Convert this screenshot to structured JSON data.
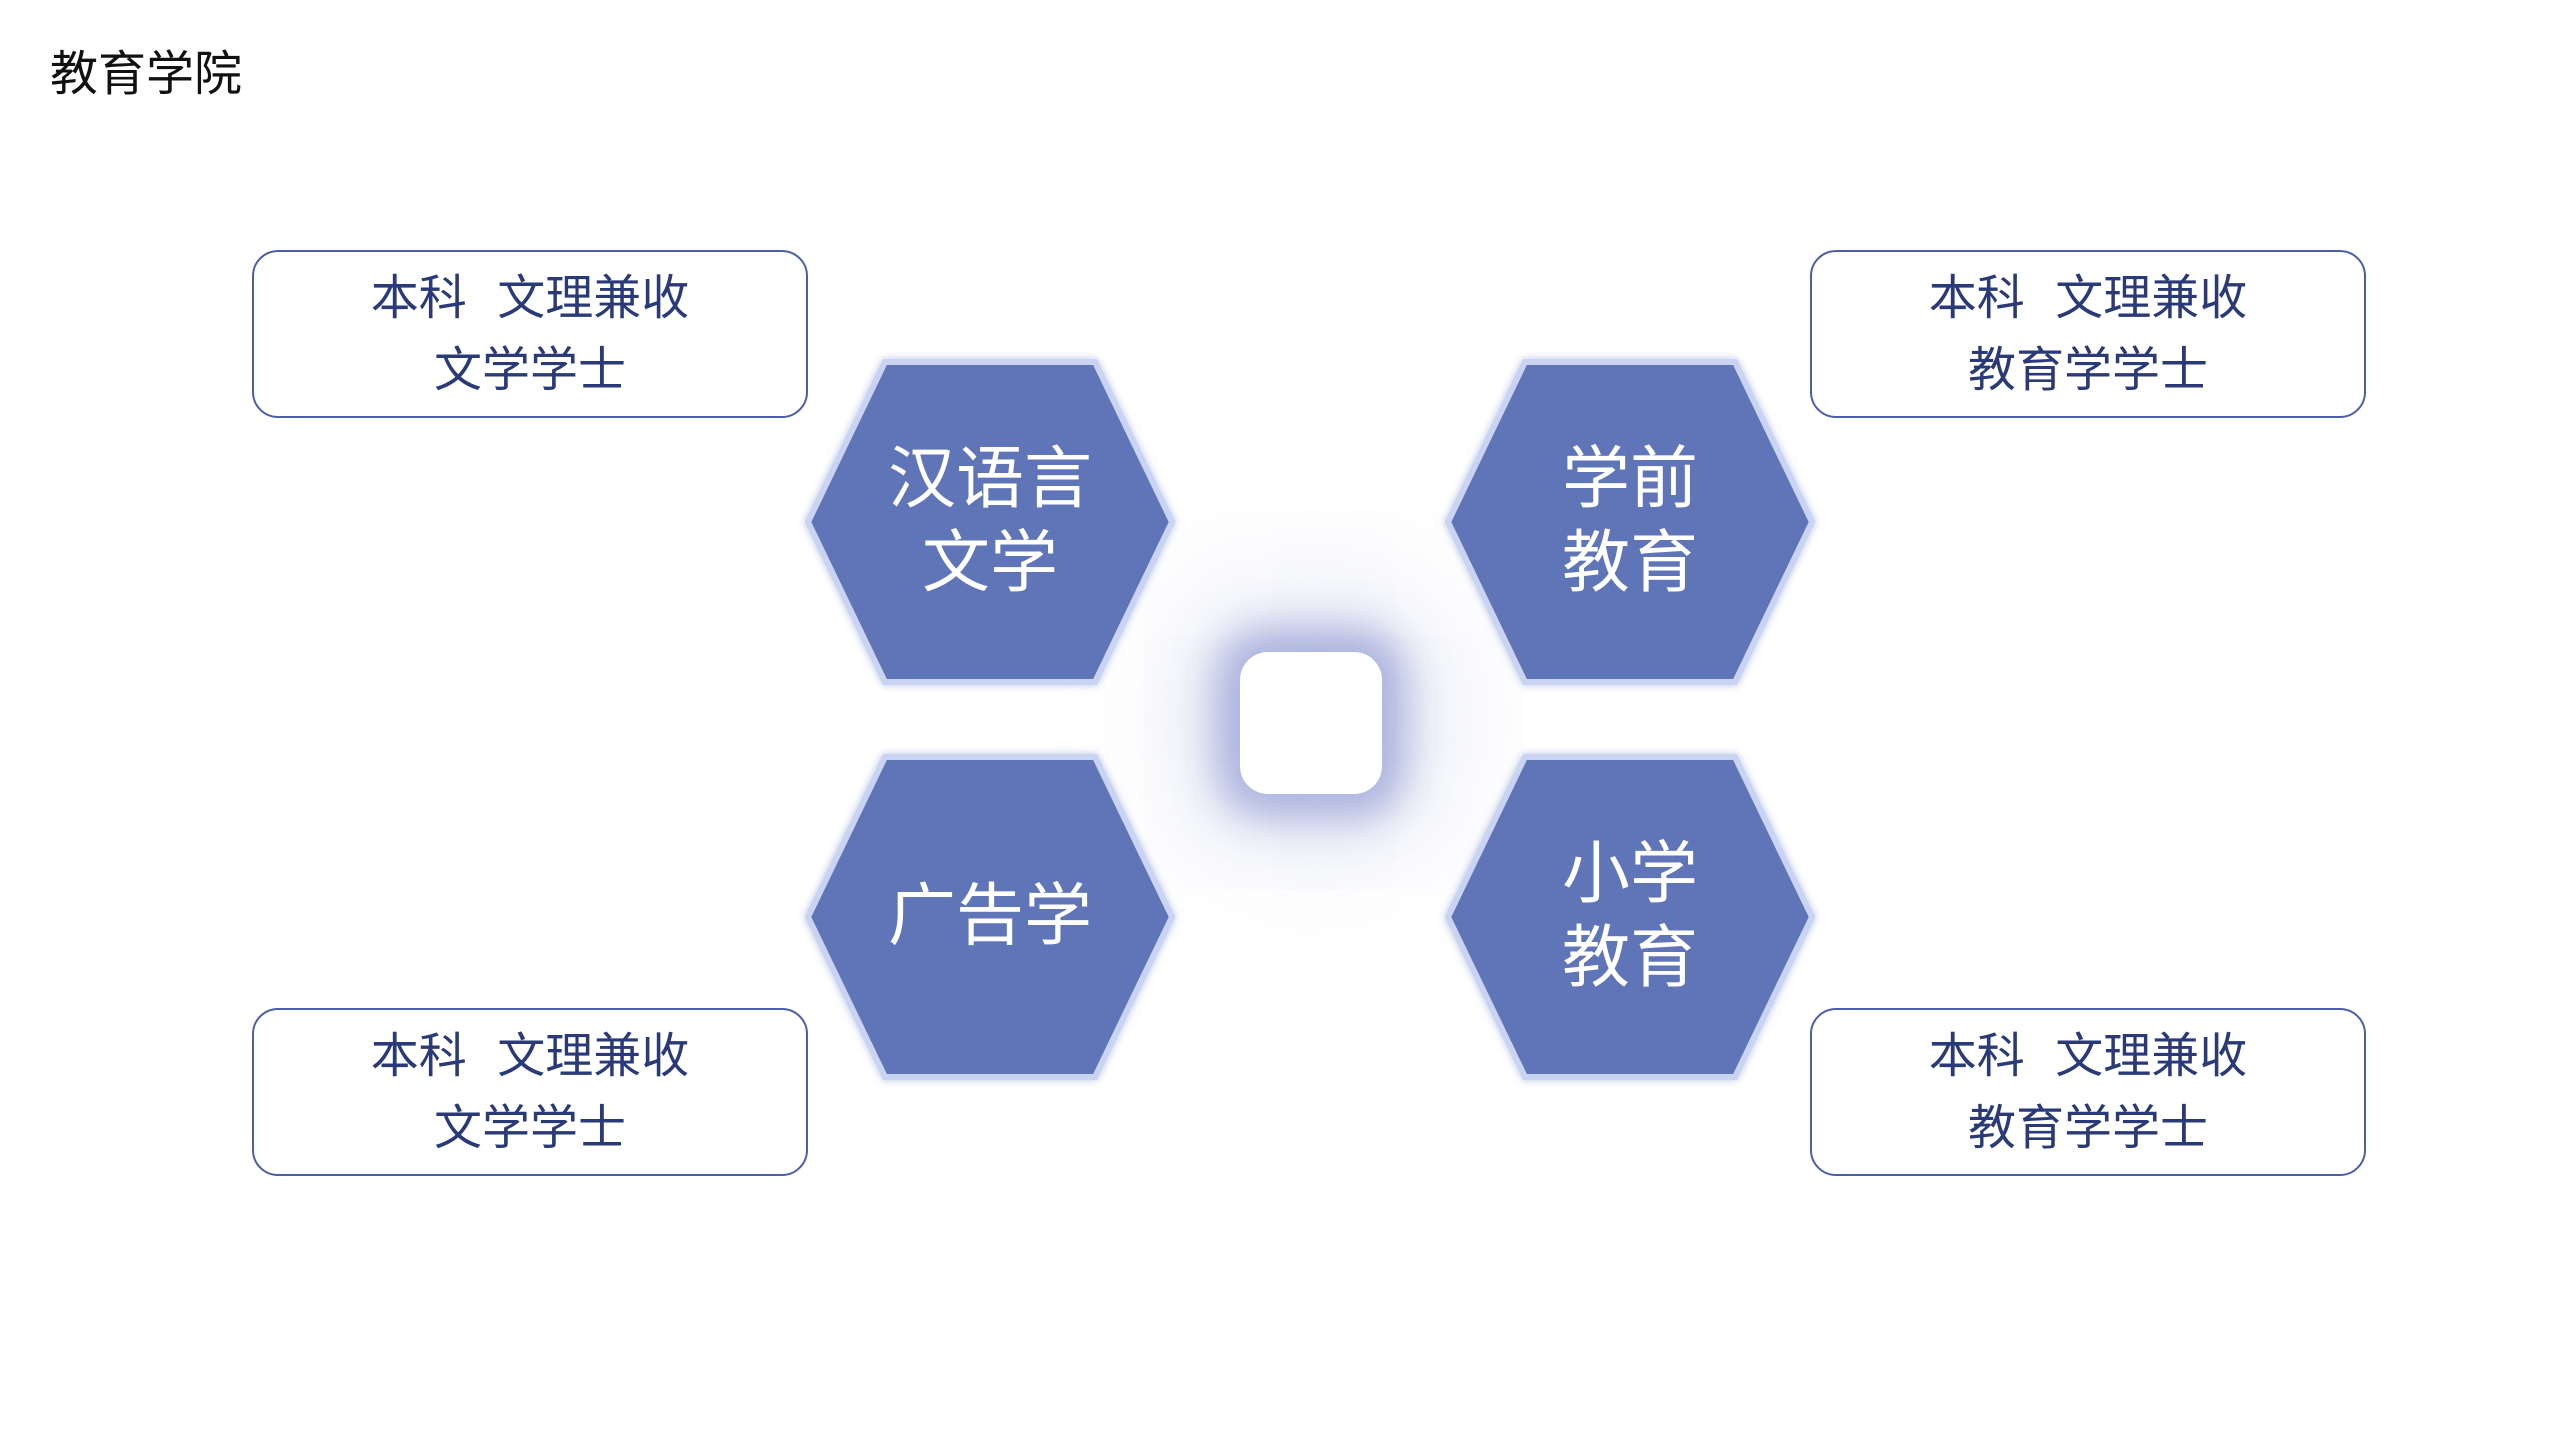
{
  "page_title": "教育学院",
  "colors": {
    "hex_fill": "#5f75b8",
    "hex_border": "#c9d4f2",
    "box_border": "#4a5fa8",
    "box_text": "#2a3a78",
    "hex_text": "#ffffff"
  },
  "majors": [
    {
      "name_lines": [
        "汉语言",
        "文学"
      ],
      "info_lines": [
        "本科  文理兼收",
        "文学学士"
      ]
    },
    {
      "name_lines": [
        "学前",
        "教育"
      ],
      "info_lines": [
        "本科  文理兼收",
        "教育学学士"
      ]
    },
    {
      "name_lines": [
        "广告学"
      ],
      "info_lines": [
        "本科  文理兼收",
        "文学学士"
      ]
    },
    {
      "name_lines": [
        "小学",
        "教育"
      ],
      "info_lines": [
        "本科  文理兼收",
        "教育学学士"
      ]
    }
  ]
}
